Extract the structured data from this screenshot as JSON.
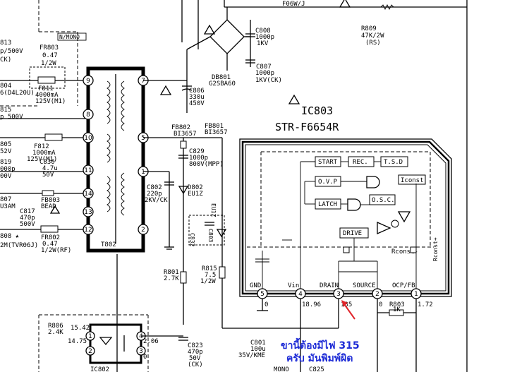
{
  "labels": {
    "r813": "813",
    "r813v": "p/500V",
    "r813c": "CK)",
    "fr803": "FR803",
    "fr803v": "0.47",
    "fr803w": "1/2W",
    "mono": "N/MONO",
    "r804": "804",
    "r804b": "6(D4L20U)",
    "f811": "F811",
    "f811v": "4000mA",
    "f811w": "125V(M1)",
    "r815l": "815",
    "r815lv": "p 500V",
    "r805": "805",
    "r805v": "52V",
    "f812": "F812",
    "f812v": "1000mA",
    "f812w": "125V(M1)",
    "c830": "C830",
    "c830v": "4.7u",
    "c830w": "50V",
    "r819": "819",
    "r819v": "000p",
    "r819w": "00V",
    "r807": "807",
    "r807v": "U3AM",
    "fb803": "FB803",
    "fb803v": "BEAD",
    "c817": "C817",
    "c817v": "470p",
    "c817w": "500V",
    "r808": "808 ★",
    "fr802": "FR802",
    "fr802v": "0.47",
    "fr802w": "1/2W(RF)",
    "r808b": "2M(TVR06J)",
    "t802": "T802",
    "f06w": "F06W/J",
    "r809": "R809",
    "r809v": "47K/2W",
    "r809w": "(RS)",
    "c808": "C808",
    "c808v": "1000p",
    "c808w": "1KV",
    "c807": "C807",
    "c807v": "1000p",
    "c807w": "1KV(CK)",
    "db801": "DB801",
    "db801v": "G2SBA60",
    "c806": "C806",
    "c806v": "330u",
    "c806w": "450V",
    "fb802": "FB802",
    "fb802v": "BI3657",
    "fb801": "FB801",
    "fb801v": "BI3657",
    "c829": "C829",
    "c829v": "1000p",
    "c829w": "800V(MPP)",
    "c802": "C802",
    "c802v": "220p",
    "c802w": "2KV/CK",
    "d802": "D802",
    "d802v": "EU1Z",
    "eu1z": "EU1Z",
    "c832": "C832",
    "c803": "C803",
    "r801": "R801",
    "r801v": "2.7K",
    "r815": "R815",
    "r815v": "7.5",
    "r815w": "1/2W",
    "ic803": "IC803",
    "ic803_part": "STR-F6654R",
    "start": "START",
    "rec": "REC.",
    "tsd": "T.S.D",
    "ovp": "O.V.P",
    "iconst": "Iconst",
    "latch": "LATCH",
    "osc": "O.S.C.",
    "drive": "DRIVE",
    "rconst": "Rconst-",
    "rconst_plus": "Rconst+",
    "gnd": "GND",
    "vin": "Vin",
    "drain": "DRAIN",
    "source": "SOURCE",
    "ocp": "OCP/FB",
    "v_gnd": "0",
    "v_vin": "18.96",
    "v_drain": "135",
    "v_source": "0",
    "v_ocp": "1.72",
    "r803": "R803",
    "r803v": "1K",
    "r806": "R806",
    "r806v": "2.4K",
    "ic_v1": "15.42",
    "ic_v2": "14.75",
    "ic_v3": "2.06",
    "ic_v4": "0",
    "ic802": "IC802",
    "c801": "C801",
    "c801v": "100u",
    "c801w": "35V/KME",
    "c823": "C823",
    "c823v": "470p",
    "c823w": "50V",
    "c823x": "(CK)",
    "mono_b": "MONO",
    "c825": "C825"
  },
  "pins": {
    "t9": "9",
    "t8": "8",
    "t10": "10",
    "t11": "11",
    "t14": "14",
    "t13": "13",
    "t12": "12",
    "t7": "7",
    "t5": "5",
    "t1": "1",
    "t2": "2",
    "ic5": "5",
    "ic4": "4",
    "ic3": "3",
    "ic2": "2",
    "ic1": "1",
    "o1": "1",
    "o2": "2",
    "o3": "3",
    "o4": "4"
  },
  "annotation": {
    "line1": "ขานี้ต้องมีไฟ 315",
    "line2": "ครับ มันพิมพ์ผิด",
    "color": "#1d2bd6",
    "arrow_color": "#e0242a"
  }
}
